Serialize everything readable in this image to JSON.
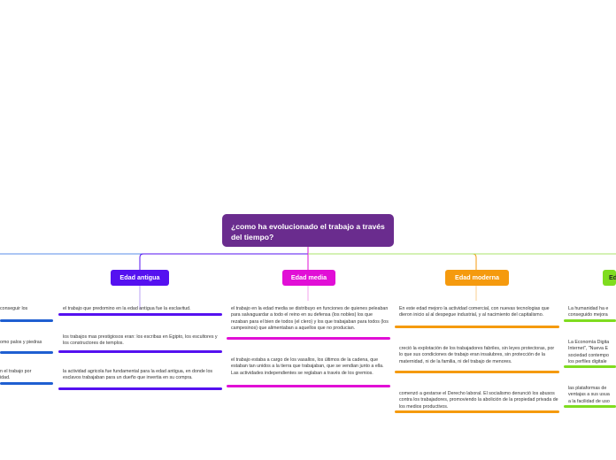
{
  "central": {
    "title": "¿como ha evolucionado el trabajo a través del tiempo?"
  },
  "colors": {
    "central": "#6a2c8e",
    "prehistoria": "#1f5fd1",
    "antigua": "#5511f0",
    "media": "#e10fd6",
    "moderna": "#f59a0e",
    "contemporanea": "#7fdc1f"
  },
  "branches": {
    "prehistoria": {
      "items": [
        "conseguir los",
        "omo palos y piedras",
        "n el trabajo por\nidad."
      ]
    },
    "antigua": {
      "title": "Edad antigua",
      "items": [
        "el trabajo que predomino en la edad antigua fue la esclavitud.",
        "los trabajos mas prestigiosos eran: los escribas en Egipto, los escultores y los constructores de templos.",
        "la actividad agricola fue fundamental para la edad antigua, en donde  los esclavos trabajaban para un dueño que invertia en su compra."
      ]
    },
    "media": {
      "title": "Edad media",
      "items": [
        "el trabajo en la edad media se distribuyo en funciones de quienes peleaban para salvaguardar a todo el reino en su defensa (los nobles) los que rezaban para el bien de todos (el clero) y los que trabajaban para todos (los campesinos) que alimentaban a aquellos que no producian.",
        "el trabajo estaba a cargo de los vasallos, los últimos de la cadena, que estaban tan unidos a la tierra que trabajaban, que se vendian junto a ella. Las actividades independientes se reglaban a través de los gremios."
      ]
    },
    "moderna": {
      "title": "Edad moderna",
      "items": [
        "En este edad mejoro la actividad comercial, con nuevas tecnologias que dieron inicio al al despegue industrial, y al nacimiento del capitalismo.",
        "creció la explotación de los trabajadores fabriles, sin leyes protectoras, por lo que sus condiciones de trabajo eran insalubres, sin protección de la maternidad, ni de la familia, ni del trabajo de menores.",
        "comenzó a gestarse el Derecho laboral. El socialismo denunció los abusos contra los trabajadores, promoviendo la abolición de la propiedad privada de los medios productivos."
      ]
    },
    "contemporanea": {
      "title": "Ed",
      "items": [
        "La humanidad ha e\nconseguido mejora",
        "La Economía Digita\nInternet\", \"Nueva E\nsociedad contempo\nlos perfiles digitale",
        "las plataformas de \nventajas a sus usua\na la facilidad de uso"
      ]
    }
  }
}
